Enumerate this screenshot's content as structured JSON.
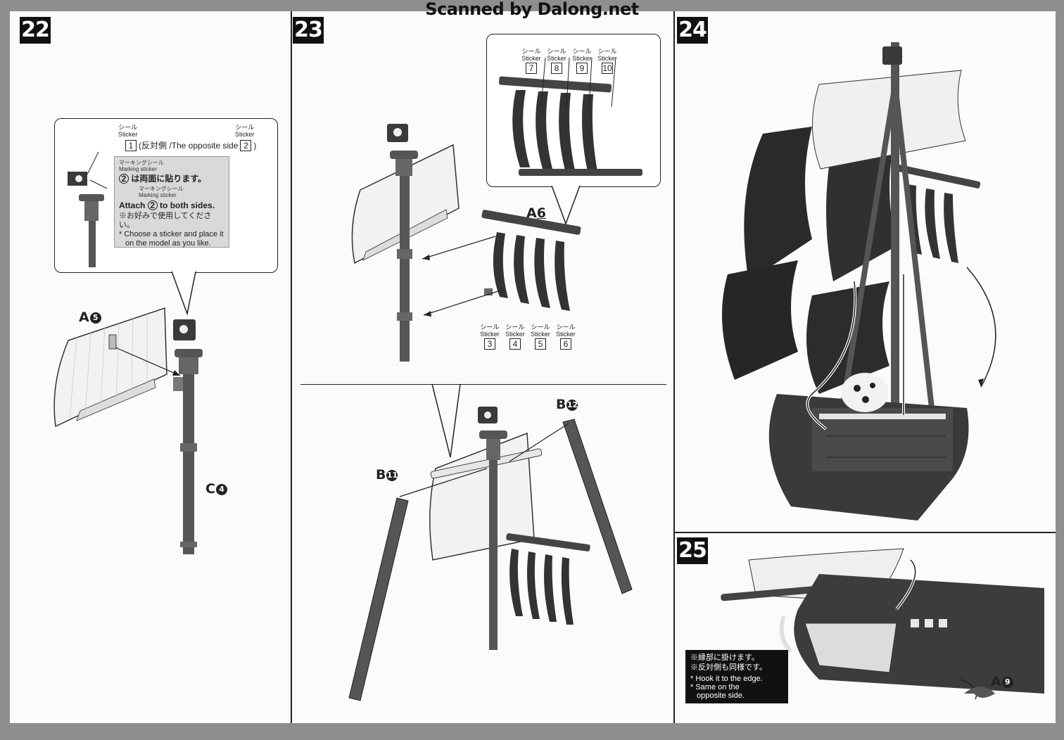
{
  "scan_credit": "Scanned by Dalong.net",
  "steps": {
    "s22": "22",
    "s23": "23",
    "s24": "24",
    "s25": "25"
  },
  "step22": {
    "sticker_jp": "シール",
    "sticker_en": "Sticker",
    "sticker1": "1",
    "sticker2": "2",
    "opposite_label": "(反対側 /The opposite side",
    "paren_close": ")",
    "note": {
      "marking_jp": "マーキングシール",
      "marking_en": "Marking sticker",
      "attach_jp_num": "2",
      "attach_jp": "は両面に貼ります。",
      "marking_jp2": "マーキングシール",
      "marking_en2": "Marking sticker",
      "attach_en_pre": "Attach",
      "attach_en_num": "2",
      "attach_en_post": "to both sides.",
      "choose_jp": "※お好みで使用してください。",
      "choose_en1": "* Choose a sticker and place it",
      "choose_en2": "on the model as you like."
    },
    "parts": {
      "a_letter": "A",
      "a_num": "5",
      "c_letter": "C",
      "c_num": "4"
    }
  },
  "step23": {
    "top_stickers": [
      {
        "jp": "シール",
        "en": "Sticker",
        "num": "7"
      },
      {
        "jp": "シール",
        "en": "Sticker",
        "num": "8"
      },
      {
        "jp": "シール",
        "en": "Sticker",
        "num": "9"
      },
      {
        "jp": "シール",
        "en": "Sticker",
        "num": "10"
      }
    ],
    "bottom_stickers": [
      {
        "jp": "シール",
        "en": "Sticker",
        "num": "3"
      },
      {
        "jp": "シール",
        "en": "Sticker",
        "num": "4"
      },
      {
        "jp": "シール",
        "en": "Sticker",
        "num": "5"
      },
      {
        "jp": "シール",
        "en": "Sticker",
        "num": "6"
      }
    ],
    "parts": {
      "a_letter": "A",
      "a_num": "6",
      "b11_letter": "B",
      "b11_num": "11",
      "b12_letter": "B",
      "b12_num": "12"
    }
  },
  "step25": {
    "note_jp1": "※縁部に掛けます。",
    "note_jp2": "※反対側も同様です。",
    "note_en1": "* Hook it to the edge.",
    "note_en2": "* Same on the",
    "note_en3": "opposite side.",
    "part_letter": "A",
    "part_num": "9"
  }
}
